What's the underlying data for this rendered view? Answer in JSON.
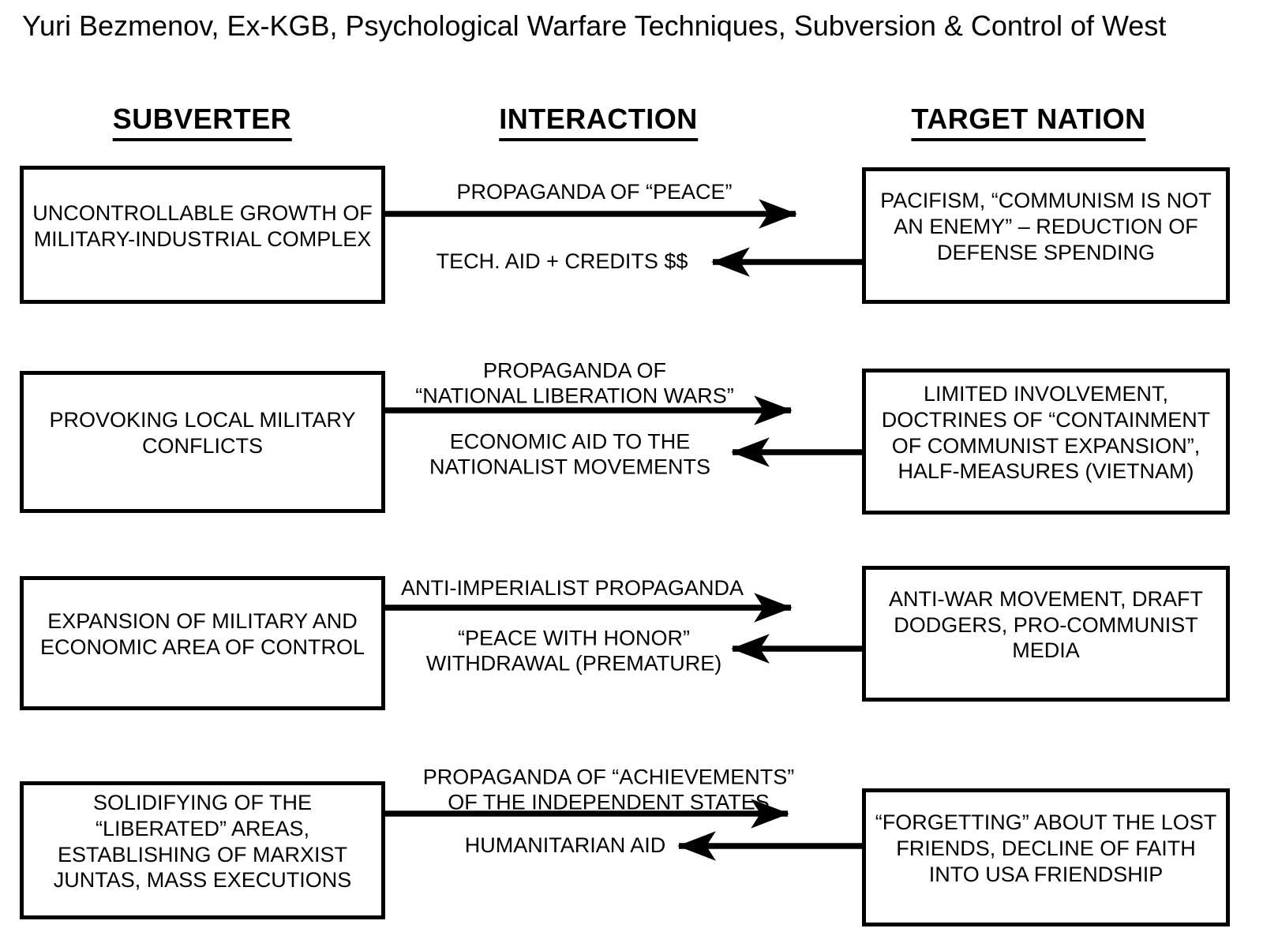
{
  "title": "Yuri Bezmenov, Ex-KGB, Psychological Warfare Techniques, Subversion & Control of West",
  "columns": {
    "subverter": "SUBVERTER",
    "interaction": "INTERACTION",
    "target": "TARGET NATION"
  },
  "rows": [
    {
      "subverter": "UNCONTROLLABLE GROWTH OF\nMILITARY-INDUSTRIAL COMPLEX",
      "to_target": "PROPAGANDA OF “PEACE”",
      "to_subverter": "TECH. AID + CREDITS $$",
      "target": "PACIFISM, “COMMUNISM IS NOT\nAN ENEMY” – REDUCTION OF\nDEFENSE SPENDING"
    },
    {
      "subverter": "PROVOKING LOCAL MILITARY\nCONFLICTS",
      "to_target": "PROPAGANDA OF\n“NATIONAL LIBERATION WARS”",
      "to_subverter": "ECONOMIC AID TO THE\nNATIONALIST MOVEMENTS",
      "target": "LIMITED INVOLVEMENT,\nDOCTRINES OF “CONTAINMENT\nOF COMMUNIST EXPANSION”,\nHALF-MEASURES (VIETNAM)"
    },
    {
      "subverter": "EXPANSION OF MILITARY AND\nECONOMIC AREA OF CONTROL",
      "to_target": "ANTI-IMPERIALIST PROPAGANDA",
      "to_subverter": "“PEACE WITH HONOR”\nWITHDRAWAL (PREMATURE)",
      "target": "ANTI-WAR MOVEMENT, DRAFT\nDODGERS, PRO-COMMUNIST\nMEDIA"
    },
    {
      "subverter": "SOLIDIFYING OF THE\n“LIBERATED” AREAS,\nESTABLISHING OF MARXIST\nJUNTAS, MASS EXECUTIONS",
      "to_target": "PROPAGANDA OF “ACHIEVEMENTS”\nOF THE INDEPENDENT STATES",
      "to_subverter": "HUMANITARIAN AID",
      "target": "“FORGETTING” ABOUT THE LOST\nFRIENDS, DECLINE OF FAITH\nINTO USA FRIENDSHIP"
    }
  ],
  "colors": {
    "ink": "#000000",
    "background": "#ffffff"
  }
}
